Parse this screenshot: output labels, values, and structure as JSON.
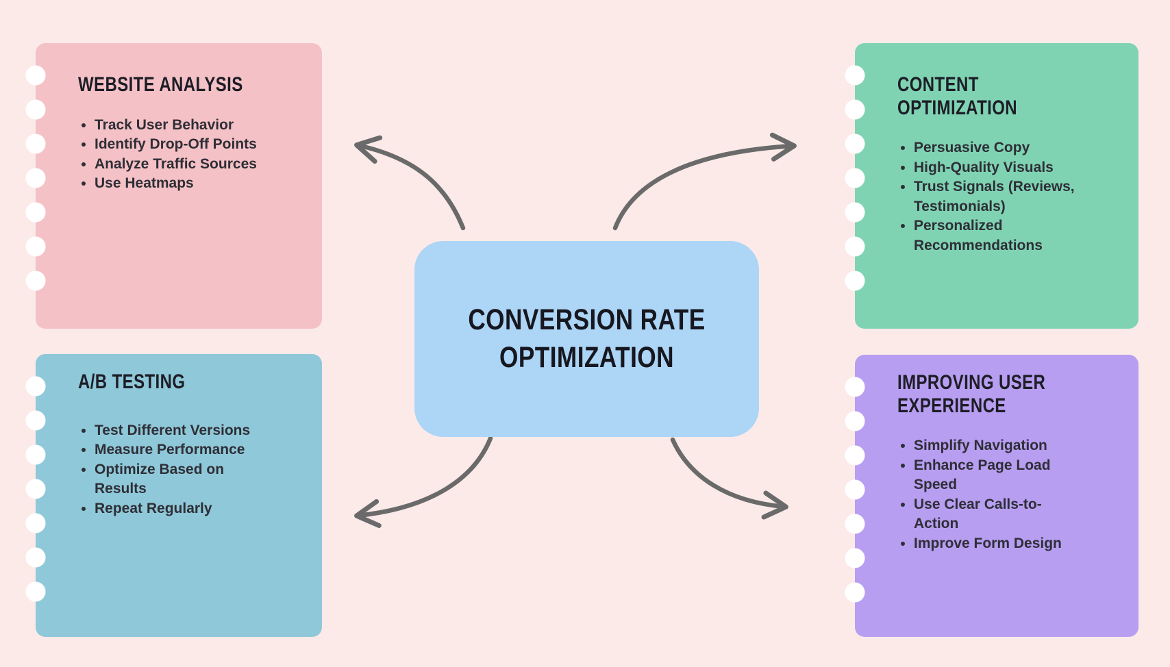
{
  "center": {
    "title": "CONVERSION RATE OPTIMIZATION"
  },
  "cards": [
    {
      "id": "website-analysis",
      "title": "WEBSITE ANALYSIS",
      "color": "#f4c1c6",
      "items": [
        "Track User Behavior",
        "Identify Drop-Off Points",
        "Analyze Traffic Sources",
        "Use Heatmaps"
      ]
    },
    {
      "id": "ab-testing",
      "title": "A/B TESTING",
      "color": "#8fc8d8",
      "items": [
        "Test Different Versions",
        "Measure Performance",
        "Optimize Based on Results",
        "Repeat Regularly"
      ]
    },
    {
      "id": "content-optimization",
      "title": "CONTENT OPTIMIZATION",
      "color": "#7fd3b3",
      "items": [
        "Persuasive Copy",
        "High-Quality Visuals",
        "Trust Signals (Reviews, Testimonials)",
        "Personalized Recommendations"
      ]
    },
    {
      "id": "improving-user-experience",
      "title": "IMPROVING USER EXPERIENCE",
      "color": "#b79ef1",
      "items": [
        "Simplify Navigation",
        "Enhance Page Load Speed",
        "Use Clear Calls-to-Action",
        "Improve Form Design"
      ]
    }
  ],
  "colors": {
    "background": "#fceae9",
    "center_node": "#acd5f6",
    "arrow": "#6a6a6a",
    "heading_text": "#1d1d26",
    "body_text": "#2e2e36",
    "notebook_edge": "#ffffff"
  }
}
